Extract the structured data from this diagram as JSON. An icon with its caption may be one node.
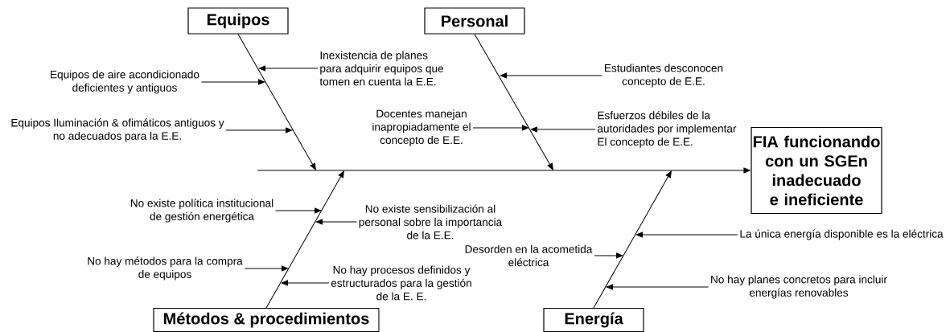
{
  "diagram": {
    "nodes": [
      {
        "text": [
          "Equipos"
        ]
      },
      {
        "text": [
          "Personal"
        ]
      },
      {
        "text": [
          "FIA funcionando con un SGEn inadecuado e ineficiente"
        ]
      },
      {
        "text": [
          "Métodos & procedimientos"
        ]
      },
      {
        "text": [
          "Energía"
        ]
      },
      {
        "text": [
          "Inexistencia de planes para adquirir equipos que tomen en cuenta la E.E."
        ]
      },
      {
        "text": [
          "Equipos de aire acondicionado deficientes y antiguos"
        ]
      },
      {
        "text": [
          "Equipos Iluminación & ofimáticos antiguos y no adecuados para la E.E."
        ]
      },
      {
        "text": [
          "Estudiantes desconocen concepto de E.E."
        ]
      },
      {
        "text": [
          "Docentes manejan inapropiadamente el concepto de E.E."
        ]
      },
      {
        "text": [
          "Esfuerzos débiles de la autoridades por implementar El concepto de E.E."
        ]
      },
      {
        "text": [
          "No existe política institucional de gestión energética"
        ]
      },
      {
        "text": [
          "No existe sensibilización al personal sobre la importancia de la E.E."
        ]
      },
      {
        "text": [
          "No hay métodos para la compra de equipos"
        ]
      },
      {
        "text": [
          "No hay procesos definidos y estructurados para la gestión de la E. E."
        ]
      },
      {
        "text": [
          "La única energía disponible es la eléctrica"
        ]
      },
      {
        "text": [
          "Desorden en la acometida eléctrica"
        ]
      },
      {
        "text": [
          "No hay planes concretos para incluir energías renovables"
        ]
      }
    ],
    "edges": [
      {
        "from": null,
        "to": 2,
        "arrow": "to"
      },
      {
        "from": 0,
        "to": null,
        "arrow": "to"
      },
      {
        "from": 1,
        "to": null,
        "arrow": "to"
      },
      {
        "from": 3,
        "to": null,
        "arrow": "to"
      },
      {
        "from": 4,
        "to": null,
        "arrow": "to"
      },
      {
        "from": 5,
        "to": null,
        "arrow": "to"
      },
      {
        "from": 6,
        "to": null,
        "arrow": "to"
      },
      {
        "from": 7,
        "to": null,
        "arrow": "to"
      },
      {
        "from": 8,
        "to": null,
        "arrow": "to"
      },
      {
        "from": 9,
        "to": null,
        "arrow": "to"
      },
      {
        "from": 10,
        "to": null,
        "arrow": "to"
      },
      {
        "from": 11,
        "to": null,
        "arrow": "to"
      },
      {
        "from": 12,
        "to": null,
        "arrow": "to"
      },
      {
        "from": 13,
        "to": null,
        "arrow": "to"
      },
      {
        "from": 14,
        "to": null,
        "arrow": "to"
      },
      {
        "from": 15,
        "to": null,
        "arrow": "to"
      },
      {
        "from": 16,
        "to": null,
        "arrow": "to"
      },
      {
        "from": 17,
        "to": null,
        "arrow": "to"
      }
    ]
  }
}
